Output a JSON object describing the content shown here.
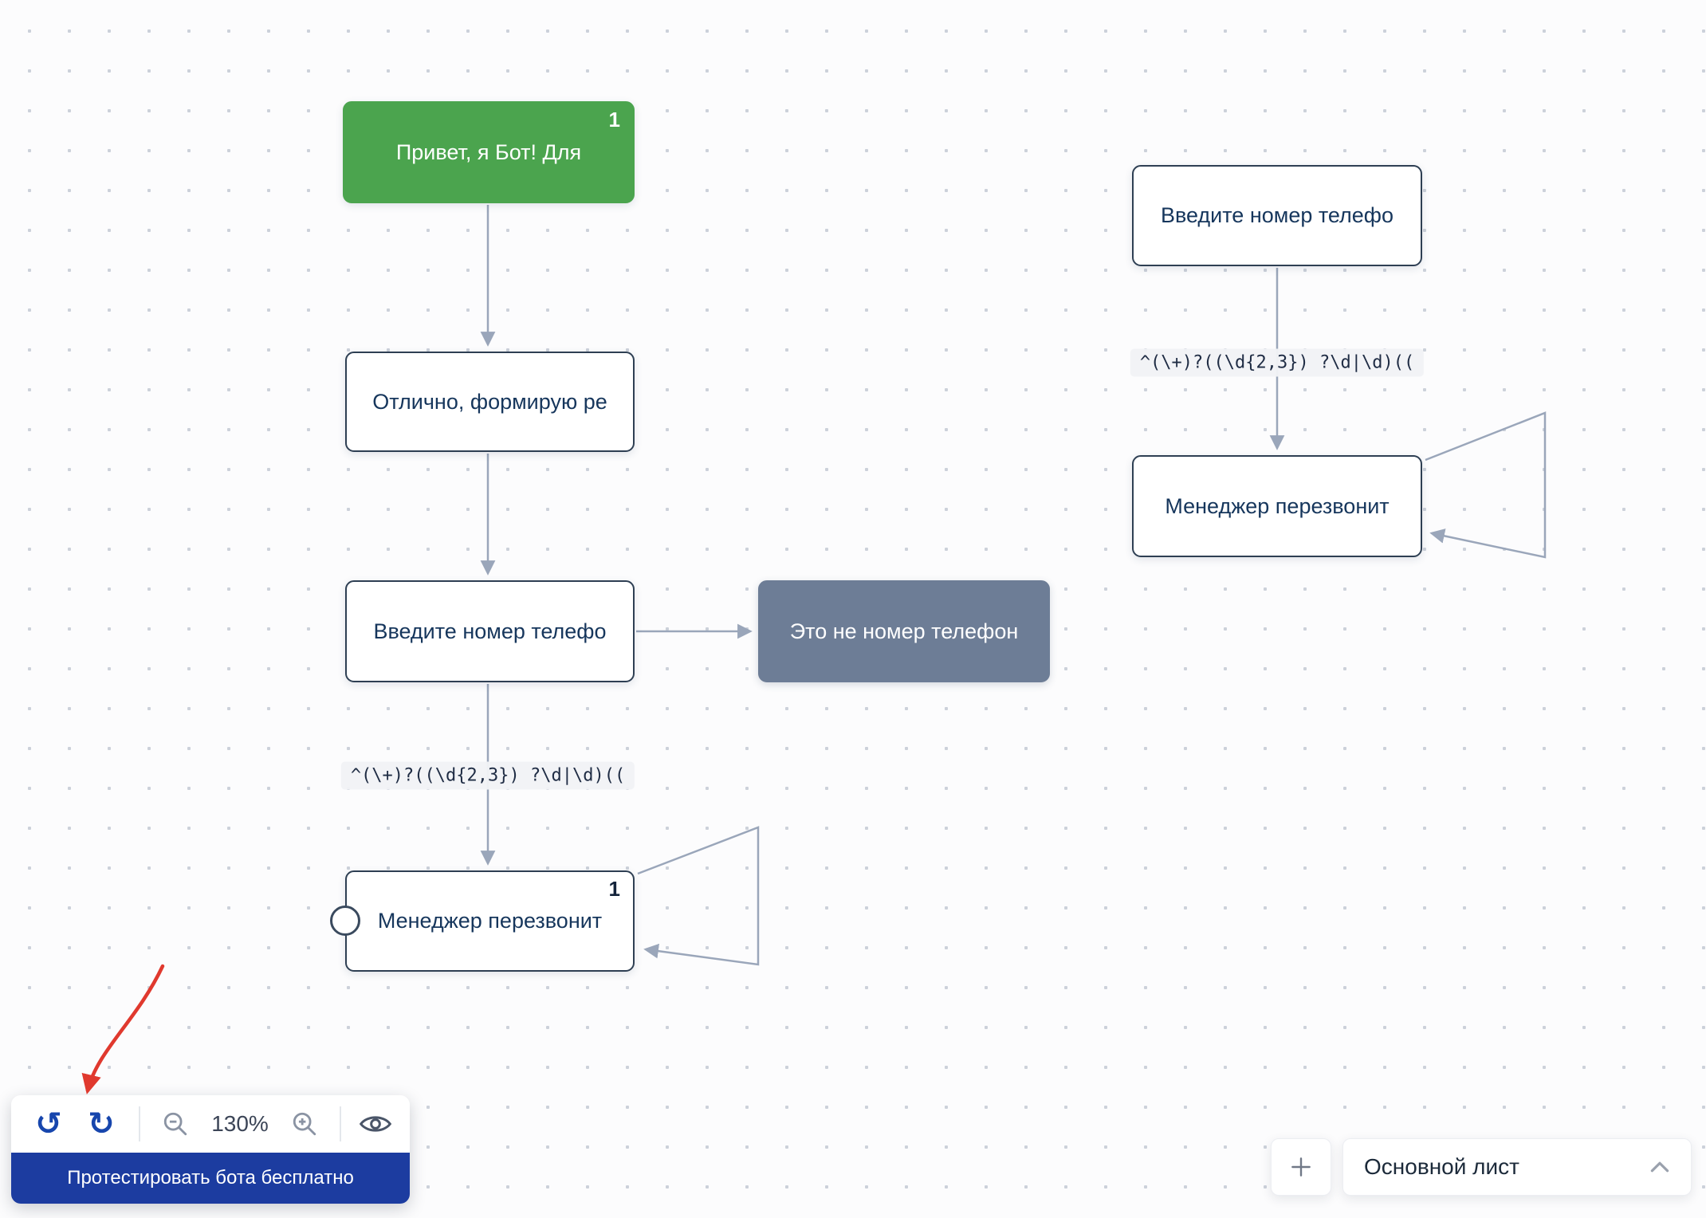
{
  "nodes": {
    "start": {
      "label": "Привет, я Бот!  Для",
      "badge": "1"
    },
    "great": {
      "label": "Отлично, формирую ре"
    },
    "phone_left": {
      "label": "Введите номер телефо"
    },
    "not_phone": {
      "label": "Это не номер телефон"
    },
    "manager_left": {
      "label": "Менеджер перезвонит",
      "badge": "1"
    },
    "phone_right": {
      "label": "Введите номер телефо"
    },
    "manager_right": {
      "label": "Менеджер перезвонит"
    }
  },
  "edges": {
    "regex_left": "^(\\+)?((\\d{2,3}) ?\\d|\\d)((",
    "regex_right": "^(\\+)?((\\d{2,3}) ?\\d|\\d)(("
  },
  "toolbar": {
    "zoom": "130%",
    "test_button": "Протестировать бота бесплатно"
  },
  "sheets": {
    "name": "Основной лист"
  },
  "colors": {
    "node_green": "#4ba44e",
    "node_dark": "#6d7d96",
    "edge": "#9aa6ba",
    "button_blue": "#1c3ca0",
    "annotation_red": "#e0392e",
    "icon_blue": "#1746ad"
  }
}
